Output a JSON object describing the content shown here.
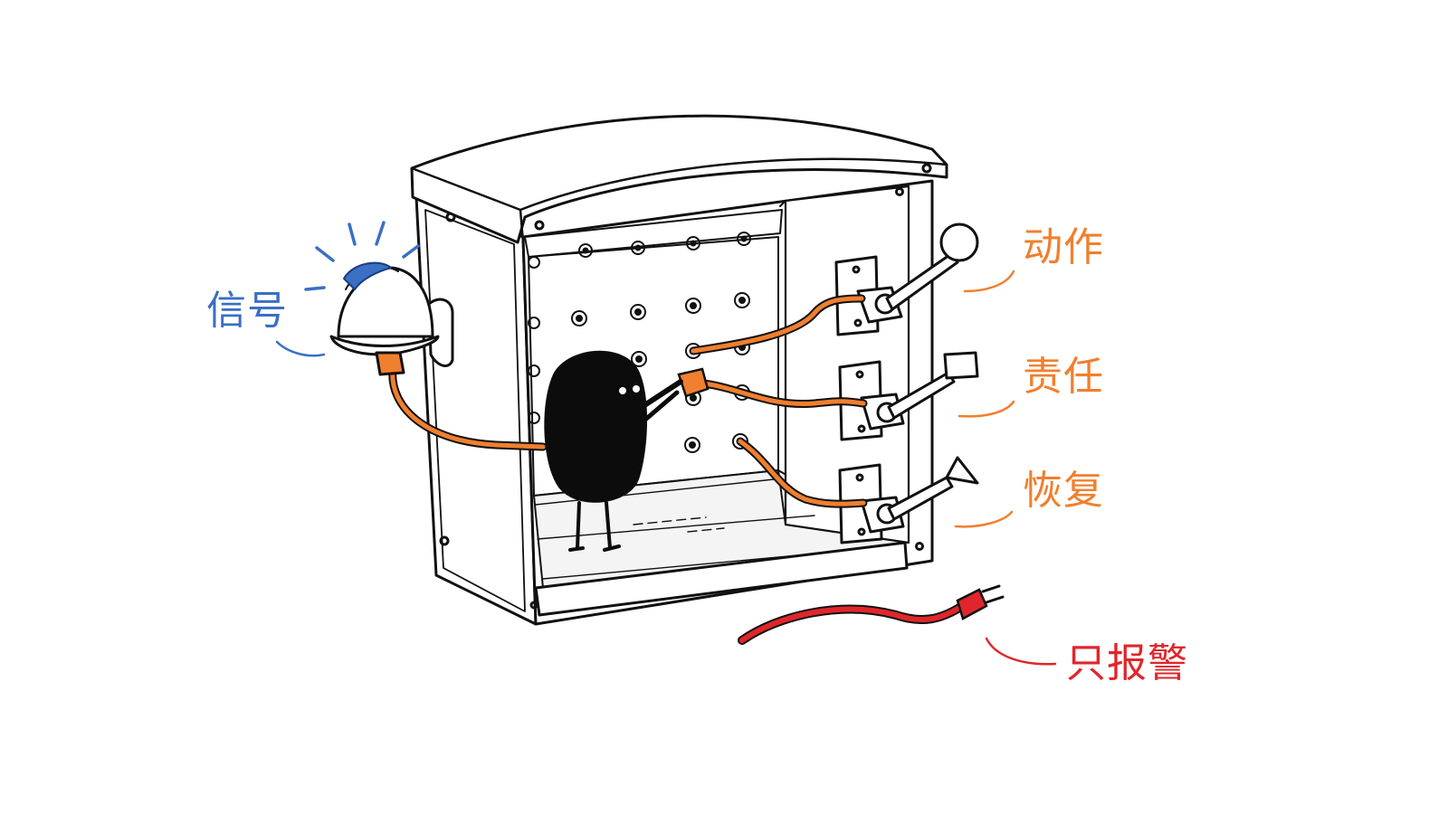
{
  "labels": {
    "signal": "信号",
    "action": "动作",
    "responsibility": "责任",
    "recovery": "恢复",
    "alarm_only": "只报警"
  },
  "colors": {
    "ink": "#111111",
    "signal_blue": "#3a6fc4",
    "wire_orange": "#f07f2e",
    "plug_red": "#e0262b",
    "box_fill": "#ffffff",
    "shadow": "#e9e9e9"
  },
  "icons": {
    "beacon": "alarm-beacon-icon",
    "lever_round": "lever-ball-icon",
    "lever_square": "lever-square-icon",
    "lever_triangle": "lever-triangle-icon",
    "plug": "power-plug-icon"
  }
}
